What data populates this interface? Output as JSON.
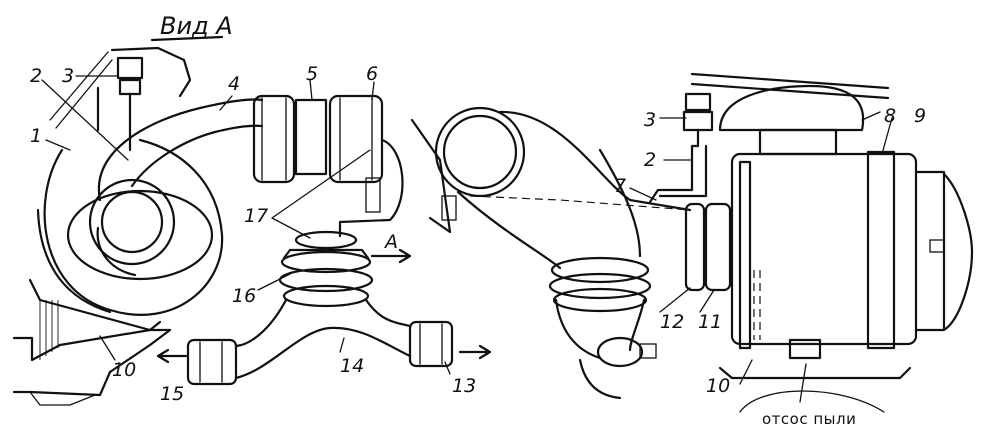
{
  "title": "Вид А",
  "view_marker": "А",
  "note": "отсос пыли",
  "callouts": {
    "c1": "1",
    "c2l": "2",
    "c3l": "3",
    "c4": "4",
    "c5": "5",
    "c6": "6",
    "c17": "17",
    "c16": "16",
    "c15": "15",
    "c14": "14",
    "c13": "13",
    "c10l": "10",
    "c3r": "3",
    "c2r": "2",
    "c7": "7",
    "c8": "8",
    "c9": "9",
    "c12": "12",
    "c11": "11",
    "c10r": "10"
  }
}
